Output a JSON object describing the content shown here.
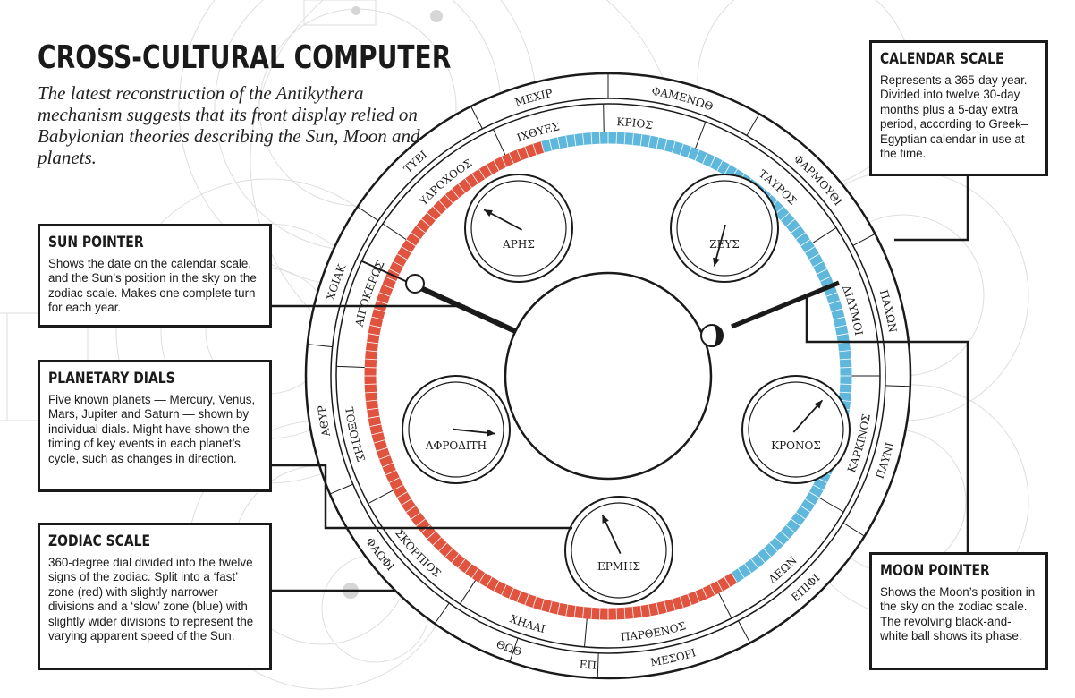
{
  "title": "CROSS-CULTURAL COMPUTER",
  "subtitle": "The latest reconstruction of the Antikythera mechanism suggests that its front display relied on Babylonian theories describing the Sun, Moon and planets.",
  "boxes": {
    "sun_pointer": {
      "heading": "SUN POINTER",
      "body": "Shows the date on the calendar scale, and the Sun’s position in the sky on the zodiac scale. Makes one complete turn for each year."
    },
    "planetary_dials": {
      "heading": "PLANETARY DIALS",
      "body": "Five known planets — Mercury, Venus, Mars, Jupiter and Saturn — shown by individual dials. Might have shown the timing of key events in each planet’s cycle, such as changes in direction."
    },
    "zodiac_scale": {
      "heading": "ZODIAC SCALE",
      "body": "360-degree dial divided into the twelve signs of the zodiac. Split into a ‘fast’ zone (red) with slightly narrower divisions and a ‘slow’ zone (blue) with slightly wider divisions to represent the varying apparent speed of the Sun."
    },
    "calendar_scale": {
      "heading": "CALENDAR SCALE",
      "body": "Represents a 365-day year. Divided into twelve 30-day months plus a 5-day extra period, according to Greek–Egyptian calendar in use at the time."
    },
    "moon_pointer": {
      "heading": "MOON POINTER",
      "body": "Shows the Moon’s position in the sky on the zodiac scale. The revolving black-and-white ball shows its phase."
    }
  },
  "calendar_months": [
    {
      "label": "ΜΕΧΙΡ",
      "angle": -15
    },
    {
      "label": "ΦΑΜΕΝΩΘ",
      "angle": 15
    },
    {
      "label": "ΦΑΡΜΟΥΘΙ",
      "angle": 47
    },
    {
      "label": "ΠΑΧΩΝ",
      "angle": 77
    },
    {
      "label": "ΠΑΥΝΙ",
      "angle": 107
    },
    {
      "label": "ΕΠΙΦΙ",
      "angle": 137
    },
    {
      "label": "ΜΕΣΟΡΙ",
      "angle": 167
    },
    {
      "label": "ΕΠ",
      "angle": 184
    },
    {
      "label": "ΘΩΘ",
      "angle": 200
    },
    {
      "label": "ΦΑΩΦΙ",
      "angle": 232
    },
    {
      "label": "ΑΘΥΡ",
      "angle": 261
    },
    {
      "label": "ΧΟΙΑΚ",
      "angle": 289
    },
    {
      "label": "ΤΥΒΙ",
      "angle": 318
    }
  ],
  "zodiac_signs": [
    {
      "label": "ΙΧΘΥΕΣ",
      "angle": -16
    },
    {
      "label": "ΚΡΙΟΣ",
      "angle": 6
    },
    {
      "label": "ΤΑΥΡΟΣ",
      "angle": 42
    },
    {
      "label": "ΔΙΔΥΜΟΙ",
      "angle": 75
    },
    {
      "label": "ΚΑΡΚΙΝΟΣ",
      "angle": 105
    },
    {
      "label": "ΛΕΩΝ",
      "angle": 138
    },
    {
      "label": "ΠΑΡΘΕΝΟΣ",
      "angle": 170
    },
    {
      "label": "ΧΗΛΑΙ",
      "angle": 198
    },
    {
      "label": "ΣΚΟΡΠΙΟΣ",
      "angle": 227
    },
    {
      "label": "ΤΟΞΟΤΗΣ",
      "angle": 257
    },
    {
      "label": "ΑΙΓΟΚΕΡΩΣ",
      "angle": 289
    },
    {
      "label": "ΥΔΡΟΧΟΟΣ",
      "angle": 320
    }
  ],
  "planet_dials": [
    {
      "name": "ΑΡΗΣ",
      "hand_angle": -62
    },
    {
      "name": "ΖΕΥΣ",
      "hand_angle": 195
    },
    {
      "name": "ΑΦΡΟΔΙΤΗ",
      "hand_angle": 96
    },
    {
      "name": "ΚΡΟΝΟΣ",
      "hand_angle": 42
    },
    {
      "name": "ΕΡΜΗΣ",
      "hand_angle": -25
    }
  ],
  "zodiac_zones": {
    "fast": {
      "color": "#e0533f",
      "start_angle": 148,
      "end_angle": 344
    },
    "slow": {
      "color": "#5fb8dc",
      "start_angle": -16,
      "end_angle": 148
    }
  },
  "colors": {
    "ink": "#1a1a1a",
    "guides": "#d8d8d8"
  }
}
